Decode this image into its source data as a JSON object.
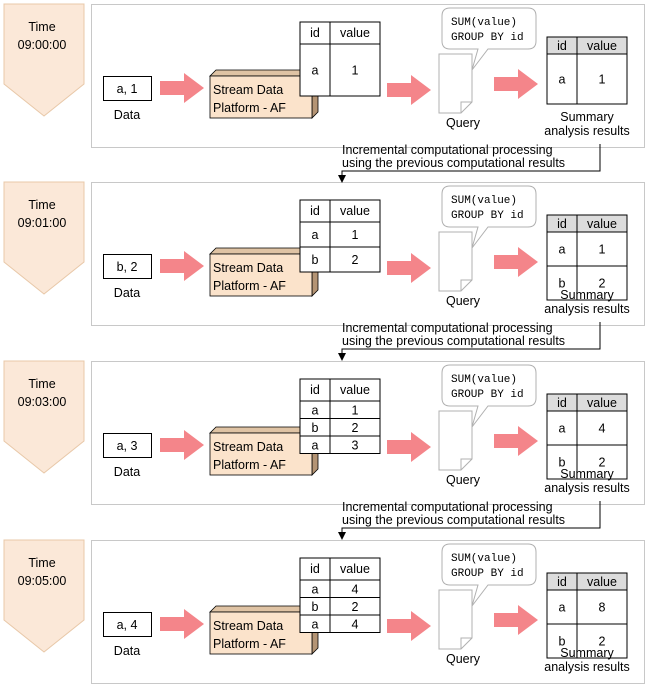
{
  "common": {
    "time_label": "Time",
    "data_caption": "Data",
    "platform_line1": "Stream Data",
    "platform_line2": "Platform - AF",
    "query_line1": "SUM(value)",
    "query_line2": "GROUP BY id",
    "query_caption": "Query",
    "results_line1": "Summary",
    "results_line2": "analysis results",
    "col_id": "id",
    "col_value": "value"
  },
  "steps": [
    {
      "time": "09:00:00",
      "input": "a, 1",
      "stream_rows": [
        [
          "a",
          "1"
        ]
      ],
      "result_rows": [
        [
          "a",
          "1"
        ]
      ]
    },
    {
      "time": "09:01:00",
      "input": "b, 2",
      "stream_rows": [
        [
          "a",
          "1"
        ],
        [
          "b",
          "2"
        ]
      ],
      "result_rows": [
        [
          "a",
          "1"
        ],
        [
          "b",
          "2"
        ]
      ]
    },
    {
      "time": "09:03:00",
      "input": "a, 3",
      "stream_rows": [
        [
          "a",
          "1"
        ],
        [
          "b",
          "2"
        ],
        [
          "a",
          "3"
        ]
      ],
      "result_rows": [
        [
          "a",
          "4"
        ],
        [
          "b",
          "2"
        ]
      ]
    },
    {
      "time": "09:05:00",
      "input": "a, 4",
      "stream_rows": [
        [
          "a",
          "4"
        ],
        [
          "b",
          "2"
        ],
        [
          "a",
          "4"
        ]
      ],
      "result_rows": [
        [
          "a",
          "8"
        ],
        [
          "b",
          "2"
        ]
      ]
    }
  ],
  "connector": {
    "line1": "Incremental computational processing",
    "line2": "using the previous computational results"
  },
  "colors": {
    "time_fill": "#fbe8d8",
    "time_stroke": "#e8c8a8",
    "platform_front": "#fbe3cb",
    "platform_top": "#dfc3a4",
    "platform_side": "#b49474",
    "arrow": "#f4858a",
    "panel_stroke": "#c8c8c8",
    "header_fill": "#dcdcdc"
  }
}
